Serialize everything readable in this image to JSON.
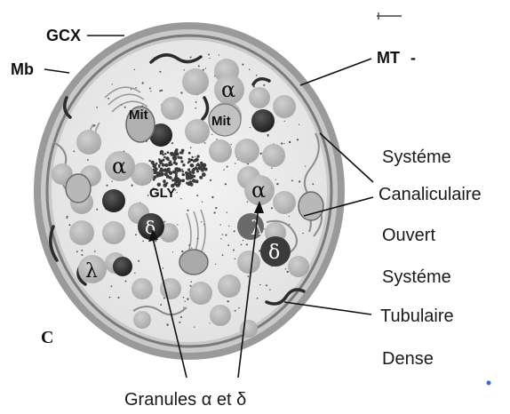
{
  "labels": {
    "gcx": "GCX",
    "mb": "Mb",
    "mt": "MT",
    "mt_dash": "-",
    "systeme_1": "Systéme",
    "canaliculaire": "Canaliculaire",
    "ouvert": "Ouvert",
    "systeme_2": "Systéme",
    "tubulaire": "Tubulaire",
    "dense": "Dense",
    "panel": "C",
    "granules": "Granules α et δ"
  },
  "inner_labels": {
    "mit_1": "Mit",
    "mit_2": "Mit",
    "gly": "GLY",
    "alpha_1": "α",
    "alpha_2": "α",
    "alpha_3": "α",
    "lambda_1": "λ",
    "lambda_2": "λ",
    "delta_1": "δ",
    "delta_2": "δ"
  },
  "colors": {
    "membrane": "#8a8a8a",
    "cytoplasm": "#eeeeee",
    "granule_light": "#b4b4b4",
    "granule_dark": "#3a3a3a",
    "accent_dot": "#2f6fd6"
  }
}
